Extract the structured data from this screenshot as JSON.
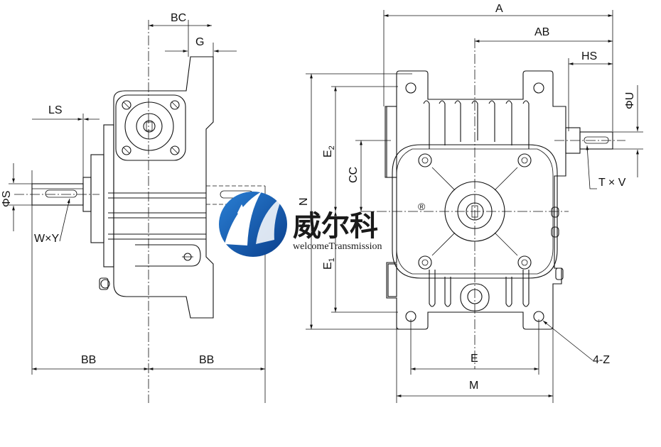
{
  "side_view": {
    "labels": {
      "bc": "BC",
      "g": "G",
      "ls": "LS",
      "s": "ΦS",
      "wy": "W×Y",
      "bb_left": "BB",
      "bb_right": "BB"
    }
  },
  "front_view": {
    "labels": {
      "a": "A",
      "ab": "AB",
      "hs": "HS",
      "u": "ΦU",
      "tv": "T × V",
      "e2_main": "E",
      "e2_sub": "2",
      "cc": "CC",
      "n": "N",
      "e1_main": "E",
      "e1_sub": "1",
      "e": "E",
      "m": "M",
      "z": "4-Z"
    }
  },
  "logo": {
    "chinese": "威尔科",
    "english": "welcomeTransmission",
    "registered": "®",
    "color_primary": "#0a4fa8",
    "color_accent": "#2a7fd4"
  }
}
